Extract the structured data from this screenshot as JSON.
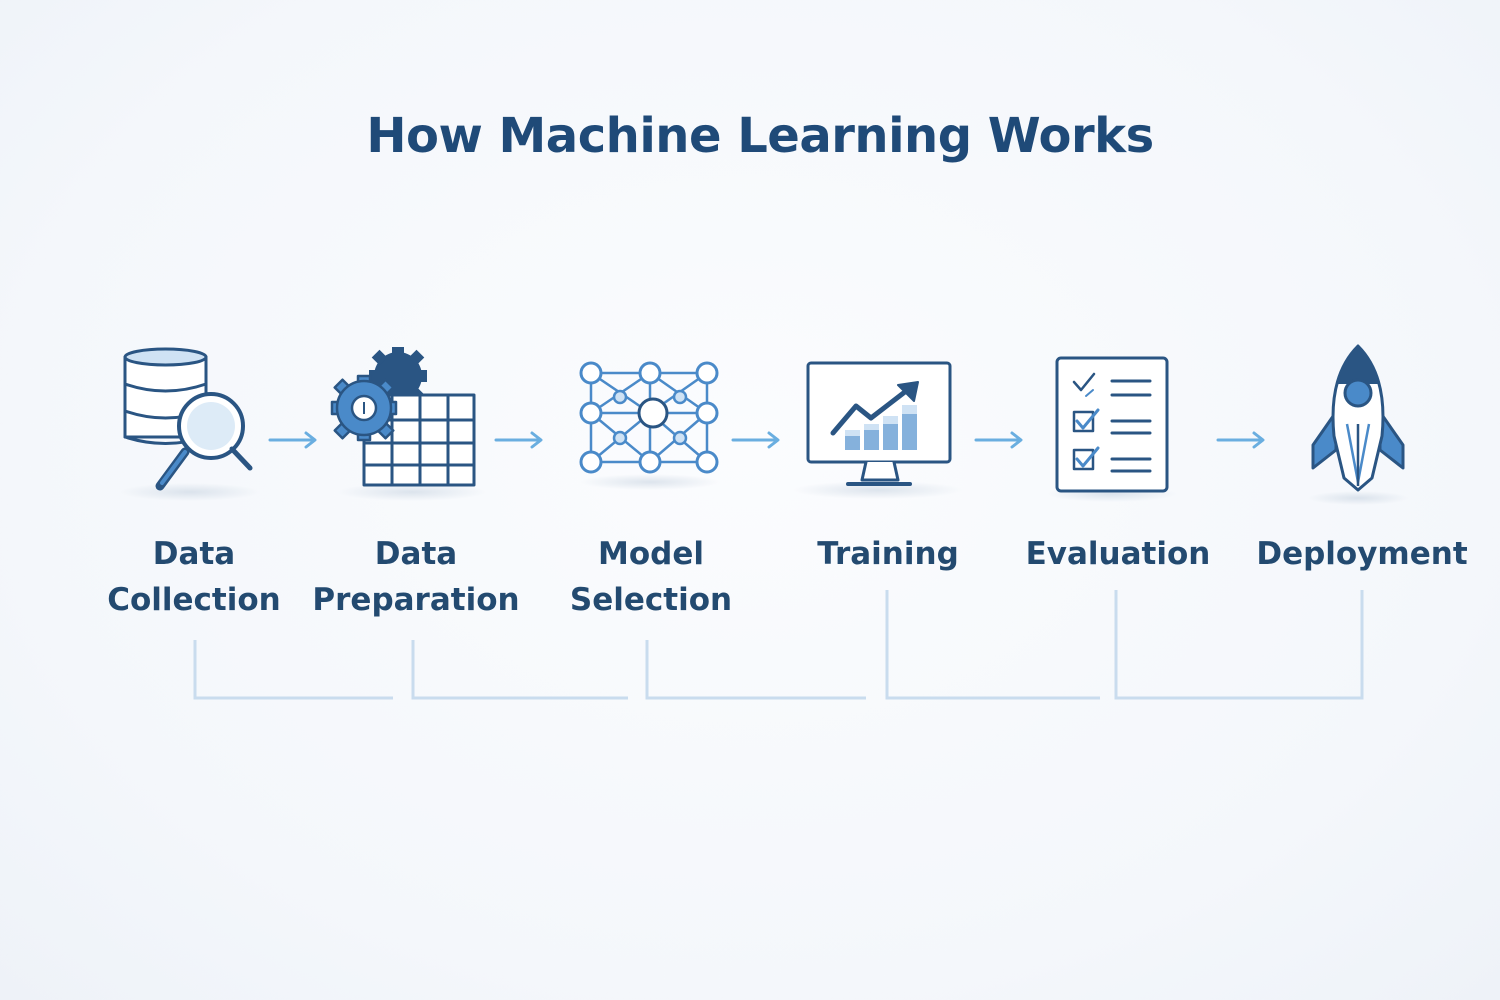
{
  "title": "How Machine Learning Works",
  "colors": {
    "title": "#1f4a78",
    "label": "#234a70",
    "icon_dark": "#2a5583",
    "icon_accent": "#4a8ac9",
    "icon_light": "#cfe2f4",
    "arrow": "#6aaee0",
    "connector": "#c9dcee"
  },
  "steps": [
    {
      "id": "data-collection",
      "icon": "database-search-icon",
      "label_lines": [
        "Data",
        "Collection"
      ]
    },
    {
      "id": "data-preparation",
      "icon": "gear-grid-icon",
      "label_lines": [
        "Data",
        "Preparation"
      ]
    },
    {
      "id": "model-selection",
      "icon": "network-graph-icon",
      "label_lines": [
        "Model",
        "Selection"
      ]
    },
    {
      "id": "training",
      "icon": "monitor-chart-icon",
      "label_lines": [
        "Training"
      ]
    },
    {
      "id": "evaluation",
      "icon": "checklist-icon",
      "label_lines": [
        "Evaluation"
      ]
    },
    {
      "id": "deployment",
      "icon": "rocket-icon",
      "label_lines": [
        "Deployment"
      ]
    }
  ]
}
